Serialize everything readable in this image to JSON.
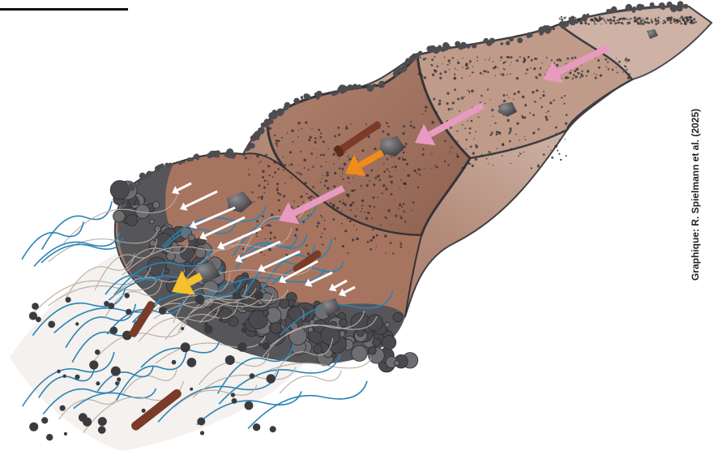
{
  "figure": {
    "credit": "Graphique: R. Spielmann et al. (2025)"
  },
  "colors": {
    "body_fill": "#a67a66",
    "body_light": "#d9c2b6",
    "snout": "#5f5f63",
    "rock_dark": "#3c3c40",
    "vegetation": "#b8aca2",
    "roots_blue": "#2a84b5",
    "log": "#7a3b28",
    "arrow_pink": "#e89ac0",
    "arrow_orange": "#f08c1c",
    "arrow_yellow": "#f6c22c",
    "arrow_white": "#ffffff"
  },
  "icons": {
    "pink_arrows": "surface-flow-arrow",
    "white_arrows": "snout-flow-arrow",
    "orange_arrow": "wood-transport-arrow",
    "yellow_arrow": "front-advance-arrow"
  }
}
